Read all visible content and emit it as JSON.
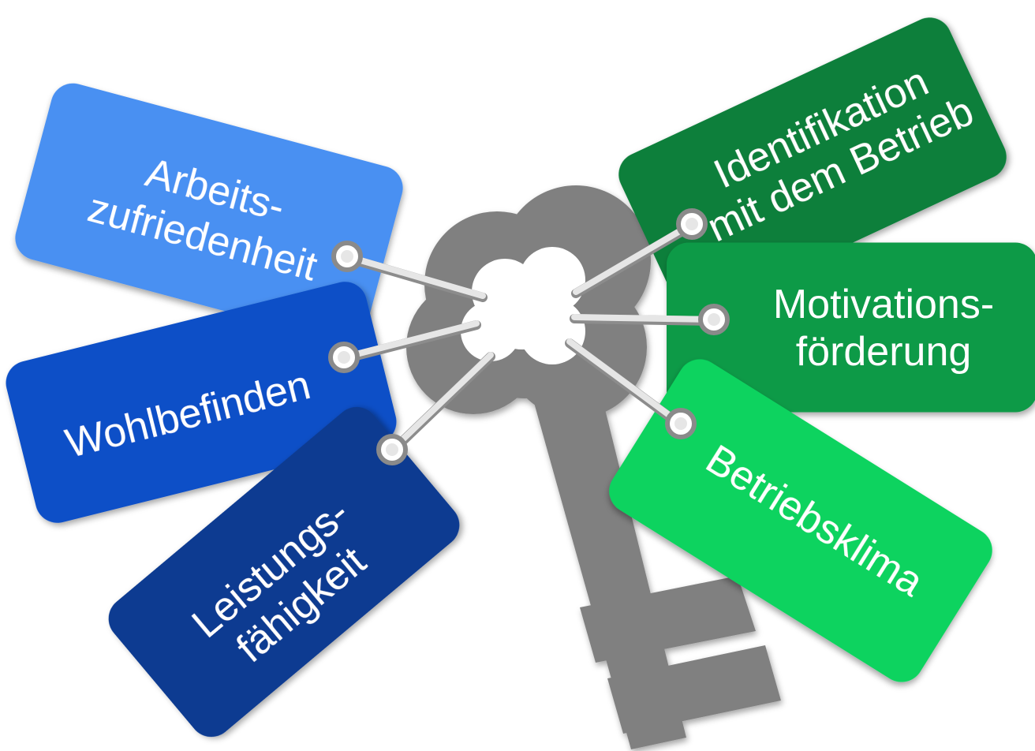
{
  "tags": [
    {
      "id": "arbeitszufriedenheit",
      "lines": [
        "Arbeits-",
        "zufriedenheit"
      ],
      "color": "#4A90F2"
    },
    {
      "id": "wohlbefinden",
      "lines": [
        "Wohlbefinden"
      ],
      "color": "#0E4FC7"
    },
    {
      "id": "leistungsfaehigkeit",
      "lines": [
        "Leistungs-",
        "fähigkeit"
      ],
      "color": "#0B3B91"
    },
    {
      "id": "identifikation",
      "lines": [
        "Identifikation",
        "mit dem Betrieb"
      ],
      "color": "#0B7F3A"
    },
    {
      "id": "motivationsfoerderung",
      "lines": [
        "Motivations-",
        "förderung"
      ],
      "color": "#0E9A47"
    },
    {
      "id": "betriebsklima",
      "lines": [
        "Betriebsklima"
      ],
      "color": "#07D35F"
    }
  ],
  "colors": {
    "key": "#808080",
    "wire_light": "#E6E6E6",
    "wire_dark": "#8C8C8C",
    "hole_ring": "#8A8A8A"
  }
}
